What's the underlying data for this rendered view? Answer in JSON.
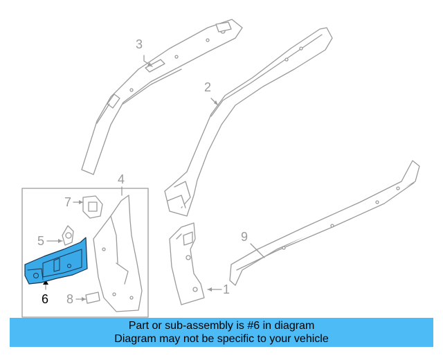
{
  "diagram": {
    "callouts": [
      {
        "id": "1",
        "label": "1",
        "role": "part"
      },
      {
        "id": "2",
        "label": "2",
        "role": "part"
      },
      {
        "id": "3",
        "label": "3",
        "role": "part"
      },
      {
        "id": "4",
        "label": "4",
        "role": "part"
      },
      {
        "id": "5",
        "label": "5",
        "role": "part"
      },
      {
        "id": "6",
        "label": "6",
        "role": "highlighted-part"
      },
      {
        "id": "7",
        "label": "7",
        "role": "part"
      },
      {
        "id": "8",
        "label": "8",
        "role": "part"
      },
      {
        "id": "9",
        "label": "9",
        "role": "part"
      }
    ],
    "highlight_color": "#3aa9e8",
    "line_color": "#9a9a9a"
  },
  "banner": {
    "line1": "Part or sub-assembly is #6 in diagram",
    "line2": "Diagram may not be specific to your vehicle",
    "color": "#4dbbf5"
  }
}
